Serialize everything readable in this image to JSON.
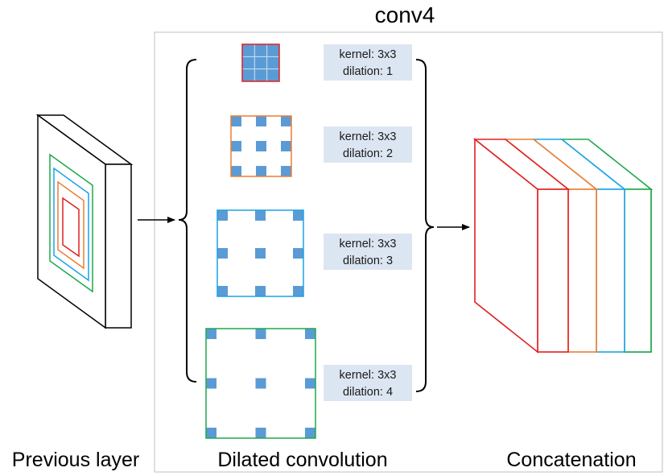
{
  "title": "conv4",
  "labels": {
    "previous": "Previous layer",
    "dilated": "Dilated convolution",
    "concat": "Concatenation"
  },
  "kernels": [
    {
      "kernel": "kernel: 3x3",
      "dilation": "dilation: 1",
      "border_color": "#e02020"
    },
    {
      "kernel": "kernel: 3x3",
      "dilation": "dilation: 2",
      "border_color": "#ed7d31"
    },
    {
      "kernel": "kernel: 3x3",
      "dilation": "dilation: 3",
      "border_color": "#1aa3e8"
    },
    {
      "kernel": "kernel: 3x3",
      "dilation": "dilation: 4",
      "border_color": "#1fa84a"
    }
  ],
  "colors": {
    "cell": "#5b9bd5",
    "label_box": "#dce6f2",
    "frame": "#bfbfbf",
    "red": "#e02020",
    "orange": "#ed7d31",
    "blue": "#1aa3e8",
    "green": "#1fa84a"
  }
}
